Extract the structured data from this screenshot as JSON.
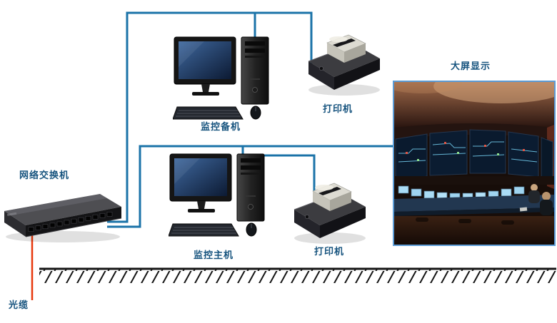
{
  "labels": {
    "network_switch": "网络交换机",
    "backup_pc": "监控备机",
    "main_pc": "监控主机",
    "printer_top": "打印机",
    "printer_bottom": "打印机",
    "big_screen": "大屏显示",
    "fiber_cable": "光缆"
  },
  "colors": {
    "connection_line": "#1b73a8",
    "label_text": "#16537e",
    "fiber_line": "#e8380d",
    "photo_border": "#5b9bd5"
  },
  "illustrations": {
    "network_switch": "network-switch-illustration",
    "backup_pc": "desktop-computer-illustration",
    "main_pc": "desktop-computer-illustration",
    "printer_top": "check-printer-illustration",
    "printer_bottom": "check-printer-illustration",
    "big_screen": "control-room-photo"
  }
}
